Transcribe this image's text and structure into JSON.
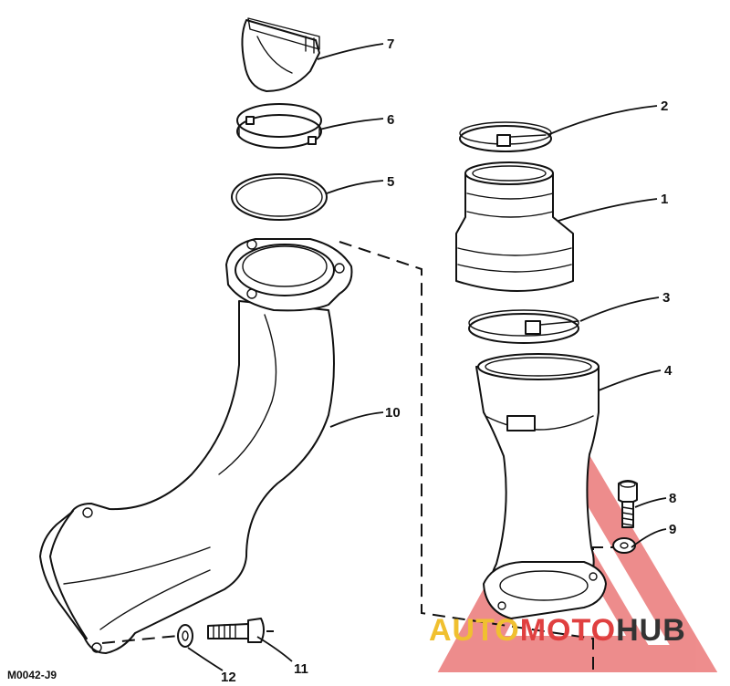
{
  "callouts": {
    "c1": "1",
    "c2": "2",
    "c3": "3",
    "c4": "4",
    "c5": "5",
    "c6": "6",
    "c7": "7",
    "c8": "8",
    "c9": "9",
    "c10": "10",
    "c11": "11",
    "c12": "12"
  },
  "reference_code": "M0042-J9",
  "watermark": {
    "part_a": "AUTO",
    "part_b": "MOTO",
    "part_c": "HUB",
    "color_a": "#f0c030",
    "color_b": "#e04040",
    "color_c": "#333333",
    "triangle_color": "#e03030"
  }
}
